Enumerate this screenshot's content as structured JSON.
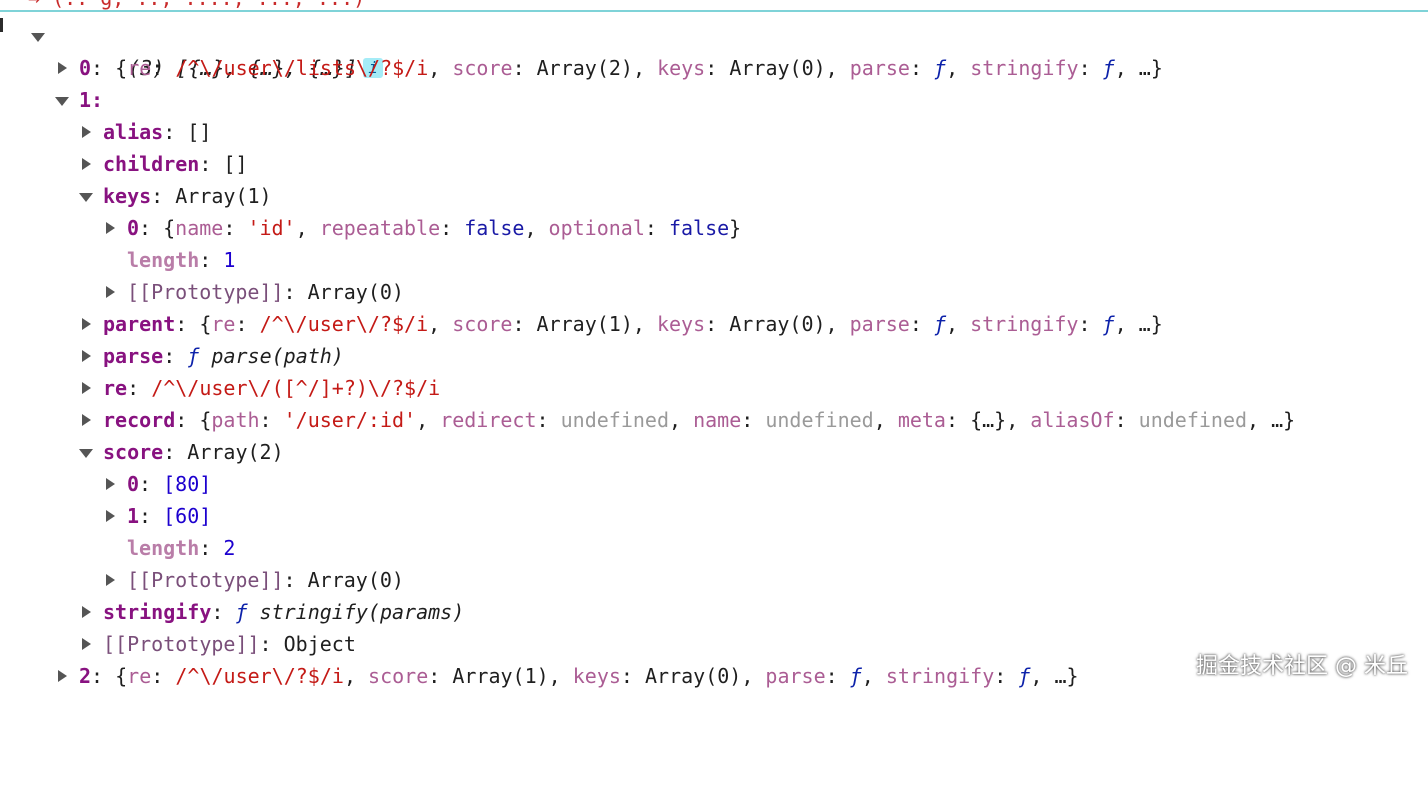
{
  "top_partial": "→ (.. g, .., ...., ..., ...)",
  "summary": {
    "text": "(3) [{…}, {…}, {…}]",
    "info_badge": "i"
  },
  "rows": {
    "item0": {
      "key": "0",
      "preview": [
        [
          "{",
          "dark"
        ],
        [
          "re",
          "kl"
        ],
        [
          ": ",
          "dark"
        ],
        [
          "/^\\/user\\/lists\\/?$/i",
          "red"
        ],
        [
          ", ",
          "dark"
        ],
        [
          "score",
          "kl"
        ],
        [
          ": Array(2), ",
          "dark"
        ],
        [
          "keys",
          "kl"
        ],
        [
          ": Array(0), ",
          "dark"
        ],
        [
          "parse",
          "kl"
        ],
        [
          ": ",
          "dark"
        ],
        [
          "ƒ",
          "fn"
        ],
        [
          ", ",
          "dark"
        ],
        [
          "stringify",
          "kl"
        ],
        [
          ": ",
          "dark"
        ],
        [
          "ƒ",
          "fn"
        ],
        [
          ", …}",
          "dark"
        ]
      ]
    },
    "item1": {
      "key": "1",
      "sep": ":"
    },
    "alias": {
      "key": "alias",
      "value": ": []"
    },
    "children": {
      "key": "children",
      "value": ": []"
    },
    "keys": {
      "key": "keys",
      "value": ": Array(1)"
    },
    "keys0": {
      "key": "0",
      "preview": [
        [
          ": {",
          "dark"
        ],
        [
          "name",
          "kl"
        ],
        [
          ": ",
          "dark"
        ],
        [
          "'id'",
          "red"
        ],
        [
          ", ",
          "dark"
        ],
        [
          "repeatable",
          "kl"
        ],
        [
          ": ",
          "dark"
        ],
        [
          "false",
          "blue"
        ],
        [
          ", ",
          "dark"
        ],
        [
          "optional",
          "kl"
        ],
        [
          ": ",
          "dark"
        ],
        [
          "false",
          "blue"
        ],
        [
          "}",
          "dark"
        ]
      ]
    },
    "keys_length": {
      "key": "length",
      "sep": ": ",
      "value": "1"
    },
    "keys_proto": {
      "key": "[[Prototype]]",
      "value": ": Array(0)"
    },
    "parent": {
      "key": "parent",
      "preview": [
        [
          ": {",
          "dark"
        ],
        [
          "re",
          "kl"
        ],
        [
          ": ",
          "dark"
        ],
        [
          "/^\\/user\\/?$/i",
          "red"
        ],
        [
          ", ",
          "dark"
        ],
        [
          "score",
          "kl"
        ],
        [
          ": Array(1), ",
          "dark"
        ],
        [
          "keys",
          "kl"
        ],
        [
          ": Array(0), ",
          "dark"
        ],
        [
          "parse",
          "kl"
        ],
        [
          ": ",
          "dark"
        ],
        [
          "ƒ",
          "fn"
        ],
        [
          ", ",
          "dark"
        ],
        [
          "stringify",
          "kl"
        ],
        [
          ": ",
          "dark"
        ],
        [
          "ƒ",
          "fn"
        ],
        [
          ", …}",
          "dark"
        ]
      ]
    },
    "parse": {
      "key": "parse",
      "sep": ": ",
      "f": "ƒ",
      "sig": " parse(path)"
    },
    "re": {
      "key": "re",
      "sep": ": ",
      "value": "/^\\/user\\/([^/]+?)\\/?$/i"
    },
    "record": {
      "key": "record",
      "preview": [
        [
          ": {",
          "dark"
        ],
        [
          "path",
          "kl"
        ],
        [
          ": ",
          "dark"
        ],
        [
          "'/user/:id'",
          "red"
        ],
        [
          ", ",
          "dark"
        ],
        [
          "redirect",
          "kl"
        ],
        [
          ": ",
          "dark"
        ],
        [
          "undefined",
          "grey"
        ],
        [
          ", ",
          "dark"
        ],
        [
          "name",
          "kl"
        ],
        [
          ": ",
          "dark"
        ],
        [
          "undefined",
          "grey"
        ],
        [
          ", ",
          "dark"
        ],
        [
          "meta",
          "kl"
        ],
        [
          ": {…}, ",
          "dark"
        ],
        [
          "aliasOf",
          "kl"
        ],
        [
          ": ",
          "dark"
        ],
        [
          "undefined",
          "grey"
        ],
        [
          ", …}",
          "dark"
        ]
      ]
    },
    "score": {
      "key": "score",
      "value": ": Array(2)"
    },
    "score0": {
      "key": "0",
      "sep": ": ",
      "value": "[80]"
    },
    "score1": {
      "key": "1",
      "sep": ": ",
      "value": "[60]"
    },
    "score_length": {
      "key": "length",
      "sep": ": ",
      "value": "2"
    },
    "score_proto": {
      "key": "[[Prototype]]",
      "value": ": Array(0)"
    },
    "stringify": {
      "key": "stringify",
      "sep": ": ",
      "f": "ƒ",
      "sig": " stringify(params)"
    },
    "item1_proto": {
      "key": "[[Prototype]]",
      "value": ": Object"
    },
    "item2": {
      "key": "2",
      "preview": [
        [
          ": {",
          "dark"
        ],
        [
          "re",
          "kl"
        ],
        [
          ": ",
          "dark"
        ],
        [
          "/^\\/user\\/?$/i",
          "red"
        ],
        [
          ", ",
          "dark"
        ],
        [
          "score",
          "kl"
        ],
        [
          ": Array(1), ",
          "dark"
        ],
        [
          "keys",
          "kl"
        ],
        [
          ": Array(0), ",
          "dark"
        ],
        [
          "parse",
          "kl"
        ],
        [
          ": ",
          "dark"
        ],
        [
          "ƒ",
          "fn"
        ],
        [
          ", ",
          "dark"
        ],
        [
          "stringify",
          "kl"
        ],
        [
          ": ",
          "dark"
        ],
        [
          "ƒ",
          "fn"
        ],
        [
          ", …}",
          "dark"
        ]
      ]
    }
  },
  "watermark": "掘金技术社区 @ 米丘",
  "colors": {
    "key": "#881280",
    "string": "#c41a16",
    "boolean": "#1a1aa6",
    "number": "#1c00cf",
    "undefined": "#9a9a9a",
    "badge_bg": "#a5ecf7",
    "top_border": "#7fd3d8"
  }
}
